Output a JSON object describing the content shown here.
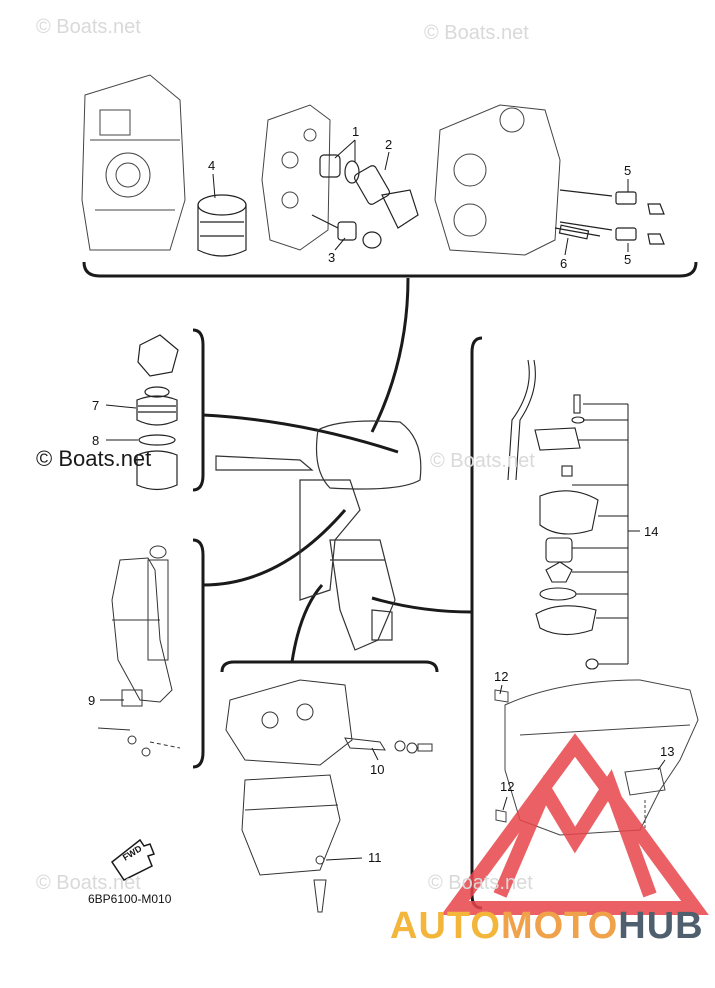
{
  "watermarks": {
    "small": "© Boats.net",
    "large": "© Boats.net"
  },
  "callouts": [
    "1",
    "2",
    "3",
    "4",
    "5",
    "5",
    "6",
    "7",
    "8",
    "9",
    "10",
    "11",
    "12",
    "12",
    "13",
    "14"
  ],
  "diagram_code": "6BP6100-M010",
  "fwd_label": "FWD",
  "brand": {
    "part1": "AUTO",
    "part2": "MOTO",
    "part3": "HUB"
  },
  "colors": {
    "line": "#1a1a1a",
    "logo_red": "#e8454a",
    "logo_yellow": "#f3b53a",
    "logo_gray": "#4f5f6d"
  }
}
